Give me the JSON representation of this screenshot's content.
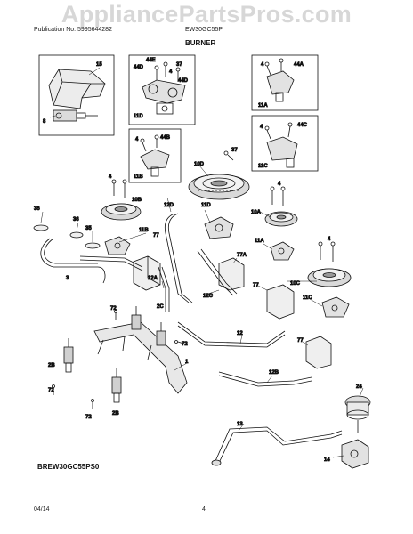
{
  "watermark": "AppliancePartsPros.com",
  "header": {
    "publication": "Publication No: 5995644282",
    "model": "EW30GC55P",
    "title": "BURNER"
  },
  "footer": {
    "diagram_code": "BREW30GC55PS0",
    "date": "04/14",
    "page": "4"
  },
  "callouts": {
    "c15": "15",
    "c8": "8",
    "c44E": "44E",
    "c44D_a": "44D",
    "c37_a": "37",
    "c4_a": "4",
    "c44D_b": "44D",
    "c11D_a": "11D",
    "c4_b": "4",
    "c44A": "44A",
    "c11A_a": "11A",
    "c4_c": "4",
    "c44B": "44B",
    "c11B_a": "11B",
    "c37_b": "37",
    "c10D": "10D",
    "c4_d": "4",
    "c44C": "44C",
    "c11C_a": "11C",
    "c4_e": "4",
    "c10B": "10B",
    "c12D": "12D",
    "c11D_b": "11D",
    "c4_f": "4",
    "c10A": "10A",
    "c35_a": "35",
    "c36": "36",
    "c35_b": "35",
    "c11B_b": "11B",
    "c77_a": "77",
    "c11A_b": "11A",
    "c77A": "77A",
    "c4_g": "4",
    "c3": "3",
    "c12A": "12A",
    "c12C": "12C",
    "c77_b": "77",
    "c10C": "10C",
    "c72_a": "72",
    "c2C": "2C",
    "c11C_b": "11C",
    "c72_b": "72",
    "c12": "12",
    "c77_c": "77",
    "c2B_a": "2B",
    "c1": "1",
    "c12B": "12B",
    "c72_c": "72",
    "c24": "24",
    "c72_d": "72",
    "c2B_b": "2B",
    "c13": "13",
    "c14": "14"
  }
}
